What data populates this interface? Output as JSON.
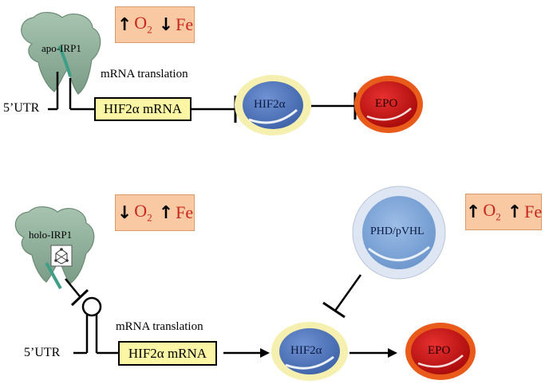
{
  "top_panel": {
    "conditions": {
      "o2_direction": "up",
      "o2_label": "O",
      "o2_sub": "2",
      "fe_direction": "down",
      "fe_label": "Fe"
    },
    "irp_label": "apo-IRP1",
    "translation_label": "mRNA translation",
    "utr_label": "5’UTR",
    "mrna_label": "HIF2α mRNA",
    "hif_label": "HIF2α",
    "epo_label": "EPO"
  },
  "bottom_panel": {
    "conditions": {
      "o2_direction": "down",
      "o2_label": "O",
      "o2_sub": "2",
      "fe_direction": "up",
      "fe_label": "Fe"
    },
    "phd_conditions": {
      "o2_direction": "up",
      "o2_label": "O",
      "o2_sub": "2",
      "fe_direction": "up",
      "fe_label": "Fe"
    },
    "irp_label": "holo-IRP1",
    "translation_label": "mRNA translation",
    "utr_label": "5’UTR",
    "mrna_label": "HIF2α mRNA",
    "hif_label": "HIF2α",
    "epo_label": "EPO",
    "phd_label": "PHD/pVHL"
  },
  "colors": {
    "condition_box": "#f9c9a3",
    "condition_text": "#c8271c",
    "mrna_box": "#fbf6a3",
    "hif_ring": "#f6f0b0",
    "hif_core": "#5a7fc4",
    "epo_ring": "#e85b1a",
    "epo_core": "#d21414",
    "irp_body": "#8fb09a",
    "phd_outer": "#dde6f2",
    "phd_inner": "#7ea6d6"
  }
}
